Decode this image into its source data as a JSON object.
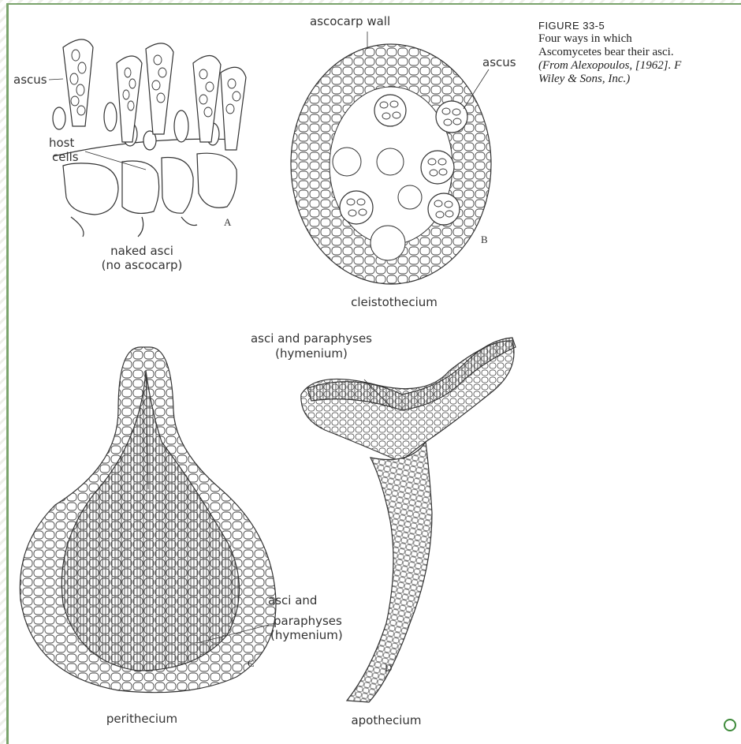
{
  "figure": {
    "number": "FIGURE 33-5",
    "caption_line1": "Four ways in which",
    "caption_line2": "Ascomycetes bear their asci.",
    "caption_credit_1": "(From Alexopoulos, [1962]. F",
    "caption_credit_2": "Wiley & Sons, Inc.)"
  },
  "panels": {
    "a": {
      "letter": "A",
      "label_ascus": "ascus",
      "label_host_1": "host",
      "label_host_2": "cells",
      "title_1": "naked asci",
      "title_2": "(no ascocarp)"
    },
    "b": {
      "letter": "B",
      "label_wall": "ascocarp wall",
      "label_ascus": "ascus",
      "title": "cleistothecium"
    },
    "c": {
      "letter": "C",
      "label_1": "asci and",
      "label_2": "paraphyses",
      "label_3": "(hymenium)",
      "title": "perithecium"
    },
    "d": {
      "letter": "D",
      "label_1": "asci and paraphyses",
      "label_2": "(hymenium)",
      "title": "apothecium"
    }
  }
}
